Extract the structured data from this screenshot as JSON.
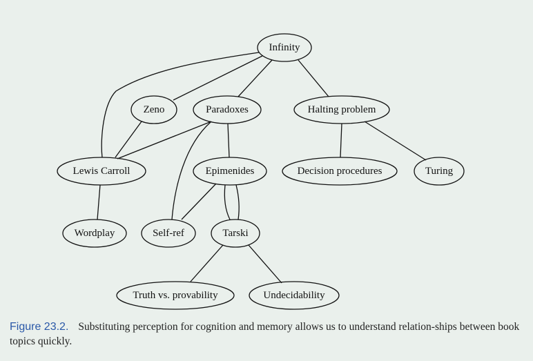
{
  "diagram": {
    "nodes": [
      {
        "id": "infinity",
        "label": "Infinity"
      },
      {
        "id": "zeno",
        "label": "Zeno"
      },
      {
        "id": "paradoxes",
        "label": "Paradoxes"
      },
      {
        "id": "halting-problem",
        "label": "Halting problem"
      },
      {
        "id": "lewis-carroll",
        "label": "Lewis Carroll"
      },
      {
        "id": "epimenides",
        "label": "Epimenides"
      },
      {
        "id": "decision-procedures",
        "label": "Decision procedures"
      },
      {
        "id": "turing",
        "label": "Turing"
      },
      {
        "id": "wordplay",
        "label": "Wordplay"
      },
      {
        "id": "self-ref",
        "label": "Self-ref"
      },
      {
        "id": "tarski",
        "label": "Tarski"
      },
      {
        "id": "truth-vs-provability",
        "label": "Truth vs. provability"
      },
      {
        "id": "undecidability",
        "label": "Undecidability"
      }
    ],
    "edges": [
      [
        "infinity",
        "lewis-carroll"
      ],
      [
        "infinity",
        "zeno"
      ],
      [
        "infinity",
        "paradoxes"
      ],
      [
        "infinity",
        "halting-problem"
      ],
      [
        "zeno",
        "lewis-carroll"
      ],
      [
        "paradoxes",
        "lewis-carroll"
      ],
      [
        "paradoxes",
        "self-ref"
      ],
      [
        "paradoxes",
        "epimenides"
      ],
      [
        "halting-problem",
        "decision-procedures"
      ],
      [
        "halting-problem",
        "turing"
      ],
      [
        "lewis-carroll",
        "wordplay"
      ],
      [
        "epimenides",
        "self-ref"
      ],
      [
        "epimenides",
        "tarski"
      ],
      [
        "epimenides",
        "tarski"
      ],
      [
        "tarski",
        "truth-vs-provability"
      ],
      [
        "tarski",
        "undecidability"
      ]
    ]
  },
  "caption": {
    "label": "Figure 23.2.",
    "text": "Substituting perception for cognition and memory allows us to understand relation-ships between book topics quickly."
  }
}
